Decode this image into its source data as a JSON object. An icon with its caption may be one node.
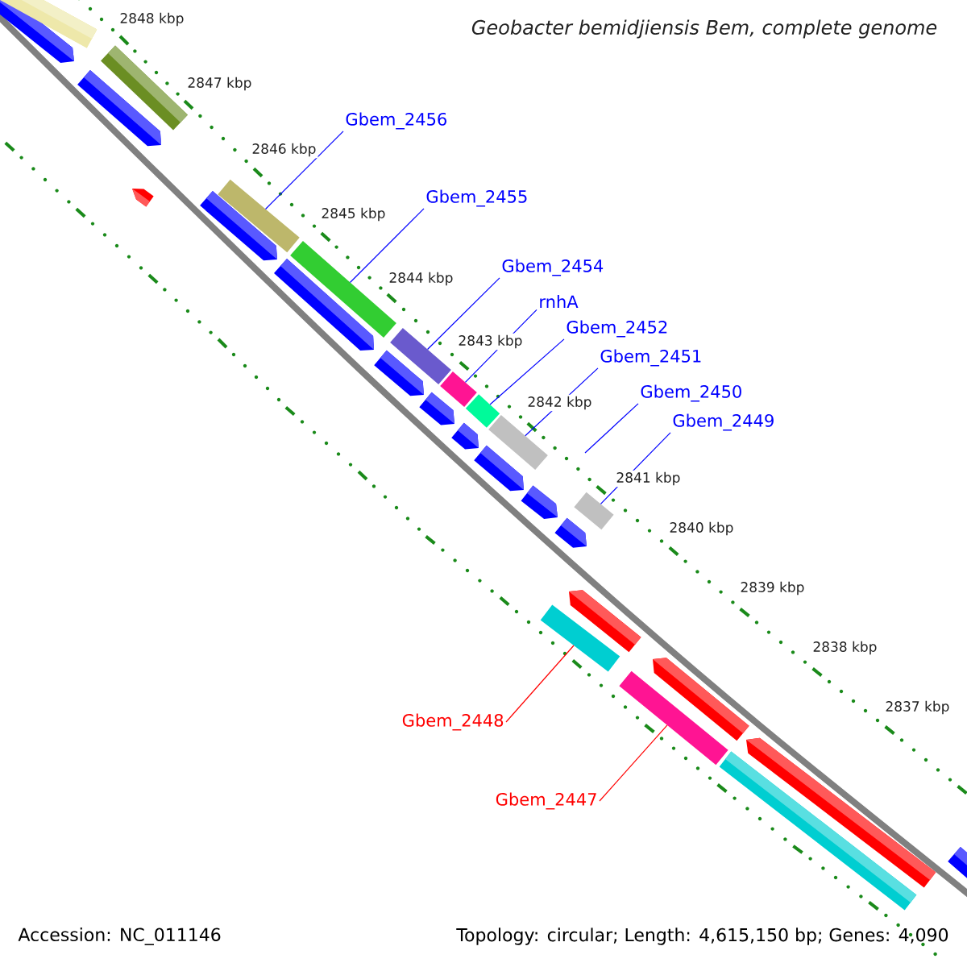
{
  "diagram": {
    "title": "Geobacter bemidjiensis Bem, complete genome",
    "nodes": [
      {
        "text": [
          "Gbem_2456"
        ]
      },
      {
        "text": [
          "Gbem_2455"
        ]
      },
      {
        "text": [
          "Gbem_2454"
        ]
      },
      {
        "text": [
          "rnhA"
        ]
      },
      {
        "text": [
          "Gbem_2452"
        ]
      },
      {
        "text": [
          "Gbem_2451"
        ]
      },
      {
        "text": [
          "Gbem_2450"
        ]
      },
      {
        "text": [
          "Gbem_2449"
        ]
      },
      {
        "text": [
          "Gbem_2448"
        ]
      },
      {
        "text": [
          "Gbem_2447"
        ]
      },
      {
        "text": [],
        "shape": "bar"
      },
      {
        "text": [],
        "shape": "bar"
      },
      {
        "text": [],
        "shape": "bar"
      },
      {
        "text": [],
        "shape": "bar"
      },
      {
        "text": [],
        "shape": "bar"
      },
      {
        "text": [],
        "shape": "bar"
      },
      {
        "text": [],
        "shape": "bar"
      },
      {
        "text": [],
        "shape": "bar"
      },
      {
        "text": [],
        "shape": "bar"
      }
    ],
    "edges": [
      {
        "from": 0,
        "to": 10,
        "arrow": "none"
      },
      {
        "from": 1,
        "to": 11,
        "arrow": "none"
      },
      {
        "from": 2,
        "to": 12,
        "arrow": "none"
      },
      {
        "from": 3,
        "to": 13,
        "arrow": "none"
      },
      {
        "from": 4,
        "to": 14,
        "arrow": "none"
      },
      {
        "from": 5,
        "to": 15,
        "arrow": "none"
      },
      {
        "from": 6,
        "to": null,
        "arrow": "none"
      },
      {
        "from": 7,
        "to": 16,
        "arrow": "none"
      },
      {
        "from": 8,
        "to": 17,
        "arrow": "none",
        "color": "#ff0000"
      },
      {
        "from": 9,
        "to": 18,
        "arrow": "none",
        "color": "#ff0000"
      }
    ],
    "labels": [
      "2848 kbp",
      "2847 kbp",
      "2846 kbp",
      "2845 kbp",
      "2844 kbp",
      "2843 kbp",
      "2842 kbp",
      "2841 kbp",
      "2840 kbp",
      "2839 kbp",
      "2838 kbp",
      "2837 kbp",
      "Accession: NC_011146",
      "Topology: circular; Length: 4,615,150 bp; Genes: 4,090"
    ]
  }
}
